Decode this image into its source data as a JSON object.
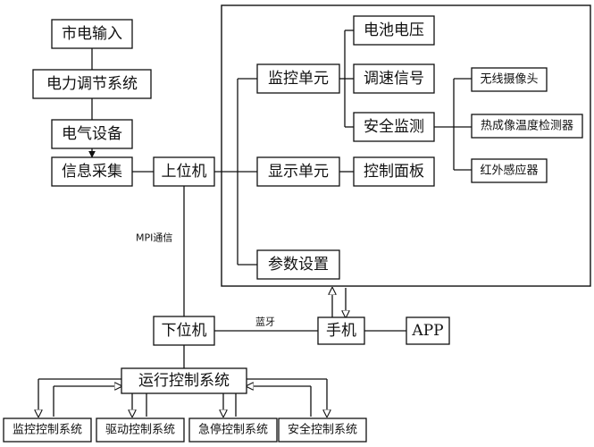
{
  "nodes": {
    "mains_input": "市电输入",
    "power_regulation": "电力调节系统",
    "electrical_equipment": "电气设备",
    "info_collection": "信息采集",
    "host_pc": "上位机",
    "monitor_unit": "监控单元",
    "display_unit": "显示单元",
    "param_setting": "参数设置",
    "battery_voltage": "电池电压",
    "speed_signal": "调速信号",
    "safety_monitoring": "安全监测",
    "control_panel": "控制面板",
    "wireless_camera": "无线摄像头",
    "thermal_detector": "热成像温度检测器",
    "infrared_sensor": "红外感应器",
    "lower_pc": "下位机",
    "phone": "手机",
    "app": "APP",
    "operation_control": "运行控制系统",
    "monitor_control": "监控控制系统",
    "drive_control": "驱动控制系统",
    "emergency_stop": "急停控制系统",
    "safety_control": "安全控制系统"
  },
  "edge_labels": {
    "mpi": "MPI通信",
    "bluetooth": "蓝牙"
  }
}
